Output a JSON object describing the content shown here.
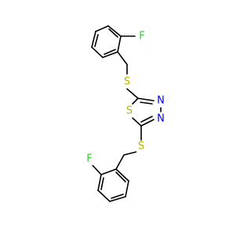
{
  "molecule": {
    "atoms": {
      "f_top": {
        "symbol": "F",
        "color": "#33cc33"
      },
      "s_top": {
        "symbol": "S",
        "color": "#b3b300"
      },
      "n_upper": {
        "symbol": "N",
        "color": "#0000ff"
      },
      "n_lower": {
        "symbol": "N",
        "color": "#0000ff"
      },
      "s_ring": {
        "symbol": "S",
        "color": "#b3b300"
      },
      "s_bottom": {
        "symbol": "S",
        "color": "#b3b300"
      },
      "f_bottom": {
        "symbol": "F",
        "color": "#33cc33"
      }
    },
    "bond_color": "#000000",
    "background": "#ffffff"
  }
}
